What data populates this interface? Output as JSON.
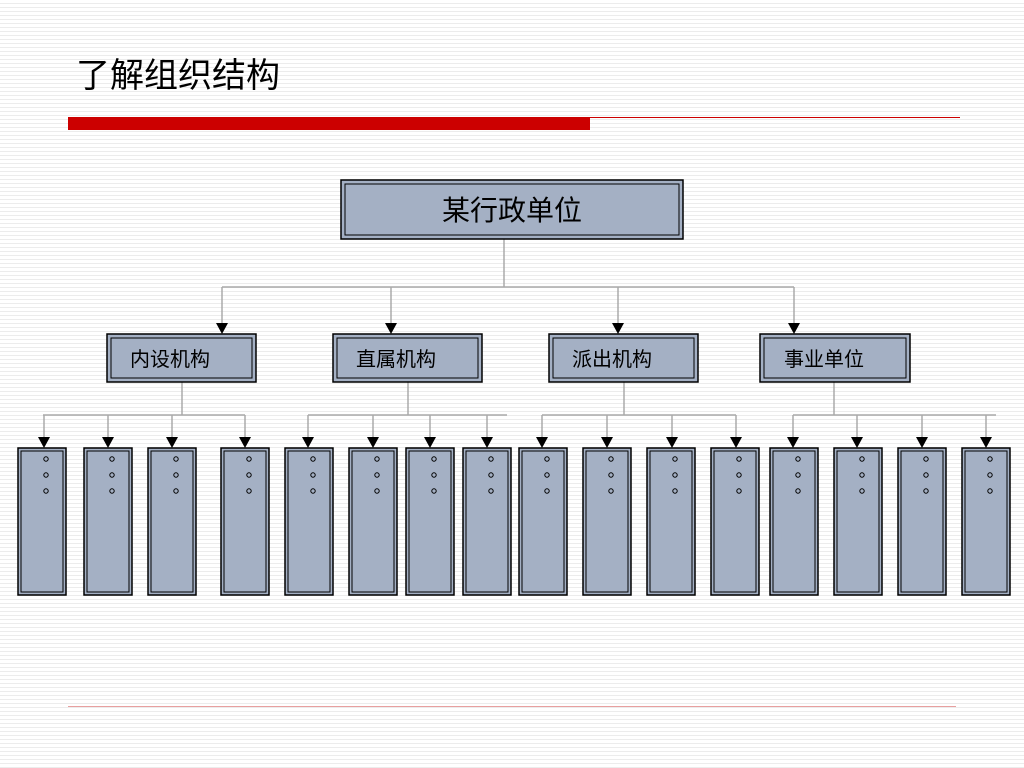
{
  "slide": {
    "title": "了解组织结构",
    "accent_color": "#cc0000",
    "box_color": "#a4b0c4"
  },
  "org": {
    "root": "某行政单位",
    "departments": [
      {
        "label": "内设机构",
        "sub_units": 4
      },
      {
        "label": "直属机构",
        "sub_units": 4
      },
      {
        "label": "派出机构",
        "sub_units": 4
      },
      {
        "label": "事业单位",
        "sub_units": 4
      }
    ],
    "sub_unit_content": "ellipsis"
  }
}
